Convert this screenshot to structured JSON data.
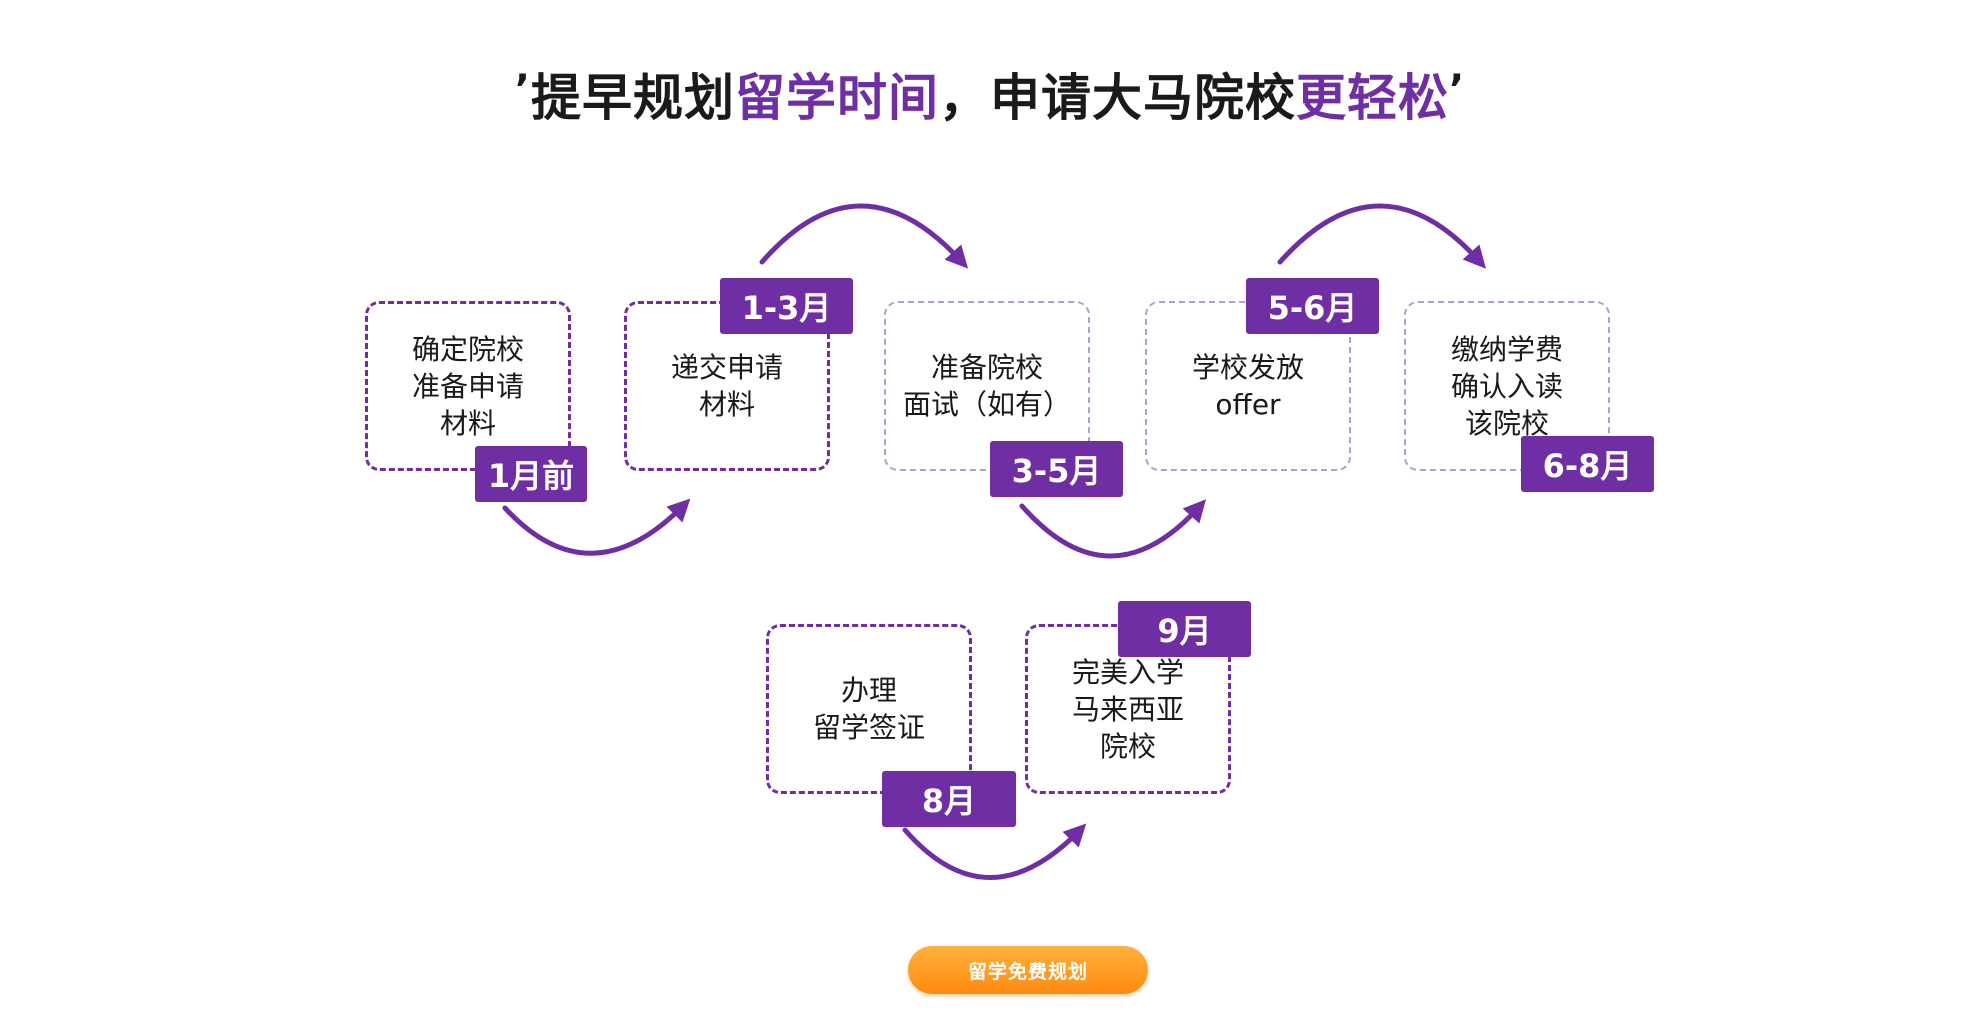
{
  "heading": {
    "open_quote": "ʼ",
    "part1": "提早规划",
    "part2_accent": "留学时间",
    "part3": "，申请大马院校",
    "part4_accent": "更轻松",
    "close_quote": "ʼ"
  },
  "steps": [
    {
      "lines": [
        "确定院校",
        "准备申请",
        "材料"
      ],
      "tag": "1月前"
    },
    {
      "lines": [
        "递交申请",
        "材料"
      ],
      "tag": "1-3月"
    },
    {
      "lines": [
        "准备院校",
        "面试（如有）"
      ],
      "tag": "3-5月"
    },
    {
      "lines": [
        "学校发放",
        "offer"
      ],
      "tag": "5-6月"
    },
    {
      "lines": [
        "缴纳学费",
        "确认入读",
        "该院校"
      ],
      "tag": "6-8月"
    },
    {
      "lines": [
        "办理",
        "留学签证"
      ],
      "tag": "8月"
    },
    {
      "lines": [
        "完美入学",
        "马来西亚",
        "院校"
      ],
      "tag": "9月"
    }
  ],
  "cta": {
    "label": "留学免费规划"
  },
  "colors": {
    "accent": "#6f2ea3",
    "cta_orange": "#ff9a1f"
  }
}
